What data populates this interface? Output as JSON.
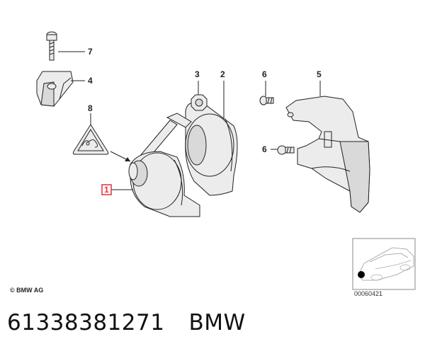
{
  "callouts": {
    "c1": "1",
    "c2": "2",
    "c3": "3",
    "c4": "4",
    "c5": "5",
    "c6a": "6",
    "c6b": "6",
    "c7": "7",
    "c8": "8"
  },
  "copyright": "© BMW AG",
  "image_number": "00060421",
  "footer": {
    "part_number": "61338381271",
    "brand": "BMW"
  },
  "colors": {
    "highlight": "#e0303a",
    "line": "#222222"
  }
}
